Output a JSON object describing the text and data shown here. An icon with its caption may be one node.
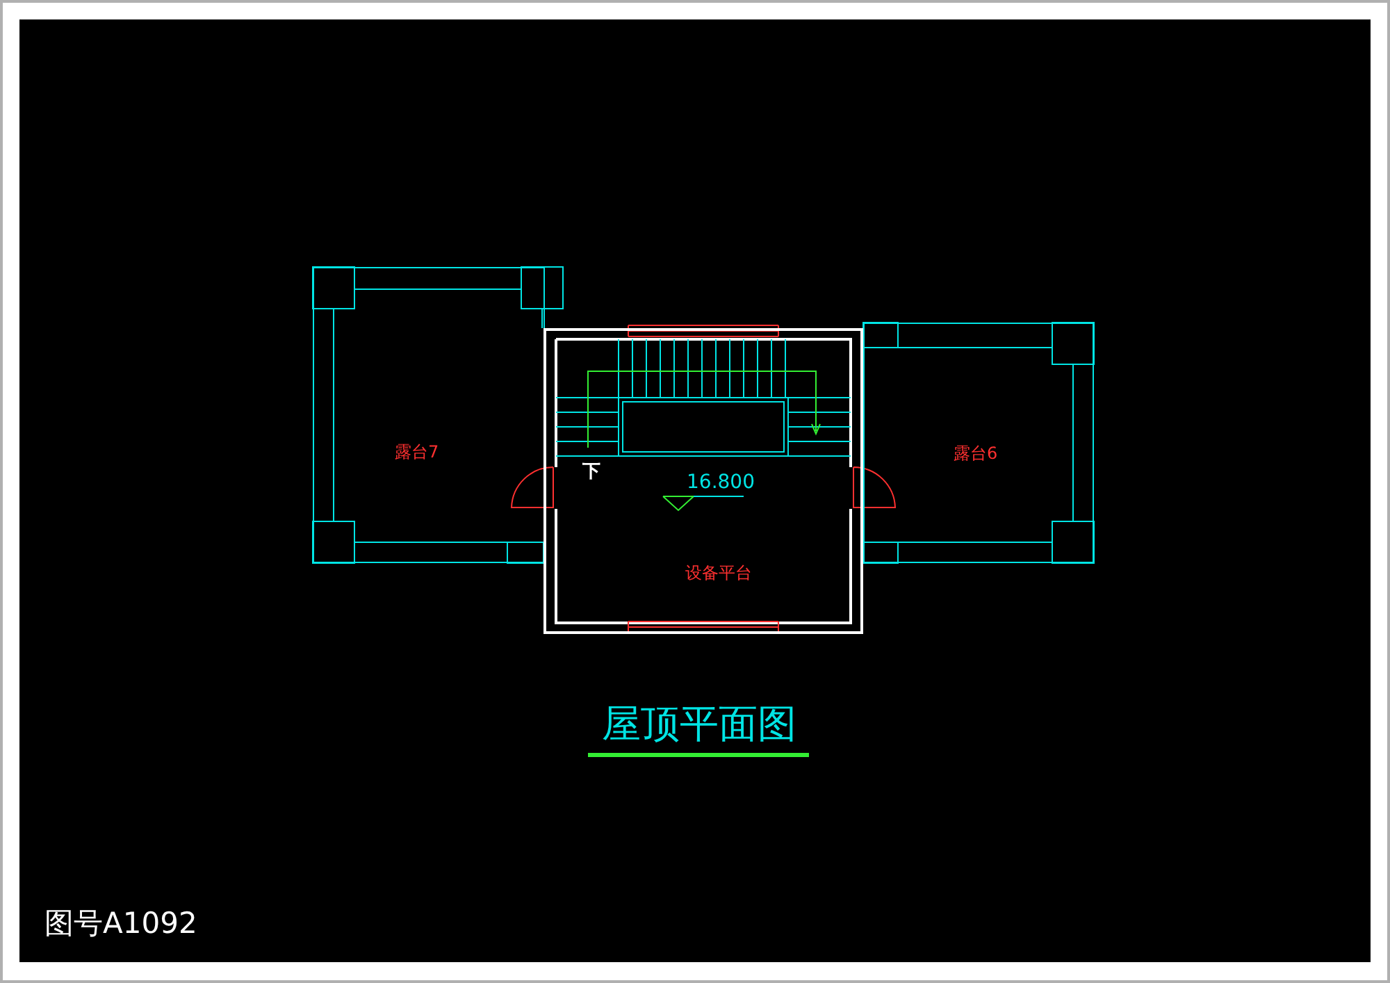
{
  "diagram": {
    "title": "屋顶平面图",
    "nodes": [
      {
        "text": [
          "露台7"
        ]
      },
      {
        "text": [
          "设备平台"
        ]
      },
      {
        "text": [
          "露台6"
        ]
      }
    ],
    "labels": [
      "下",
      "16.800",
      "图号A1092"
    ]
  }
}
